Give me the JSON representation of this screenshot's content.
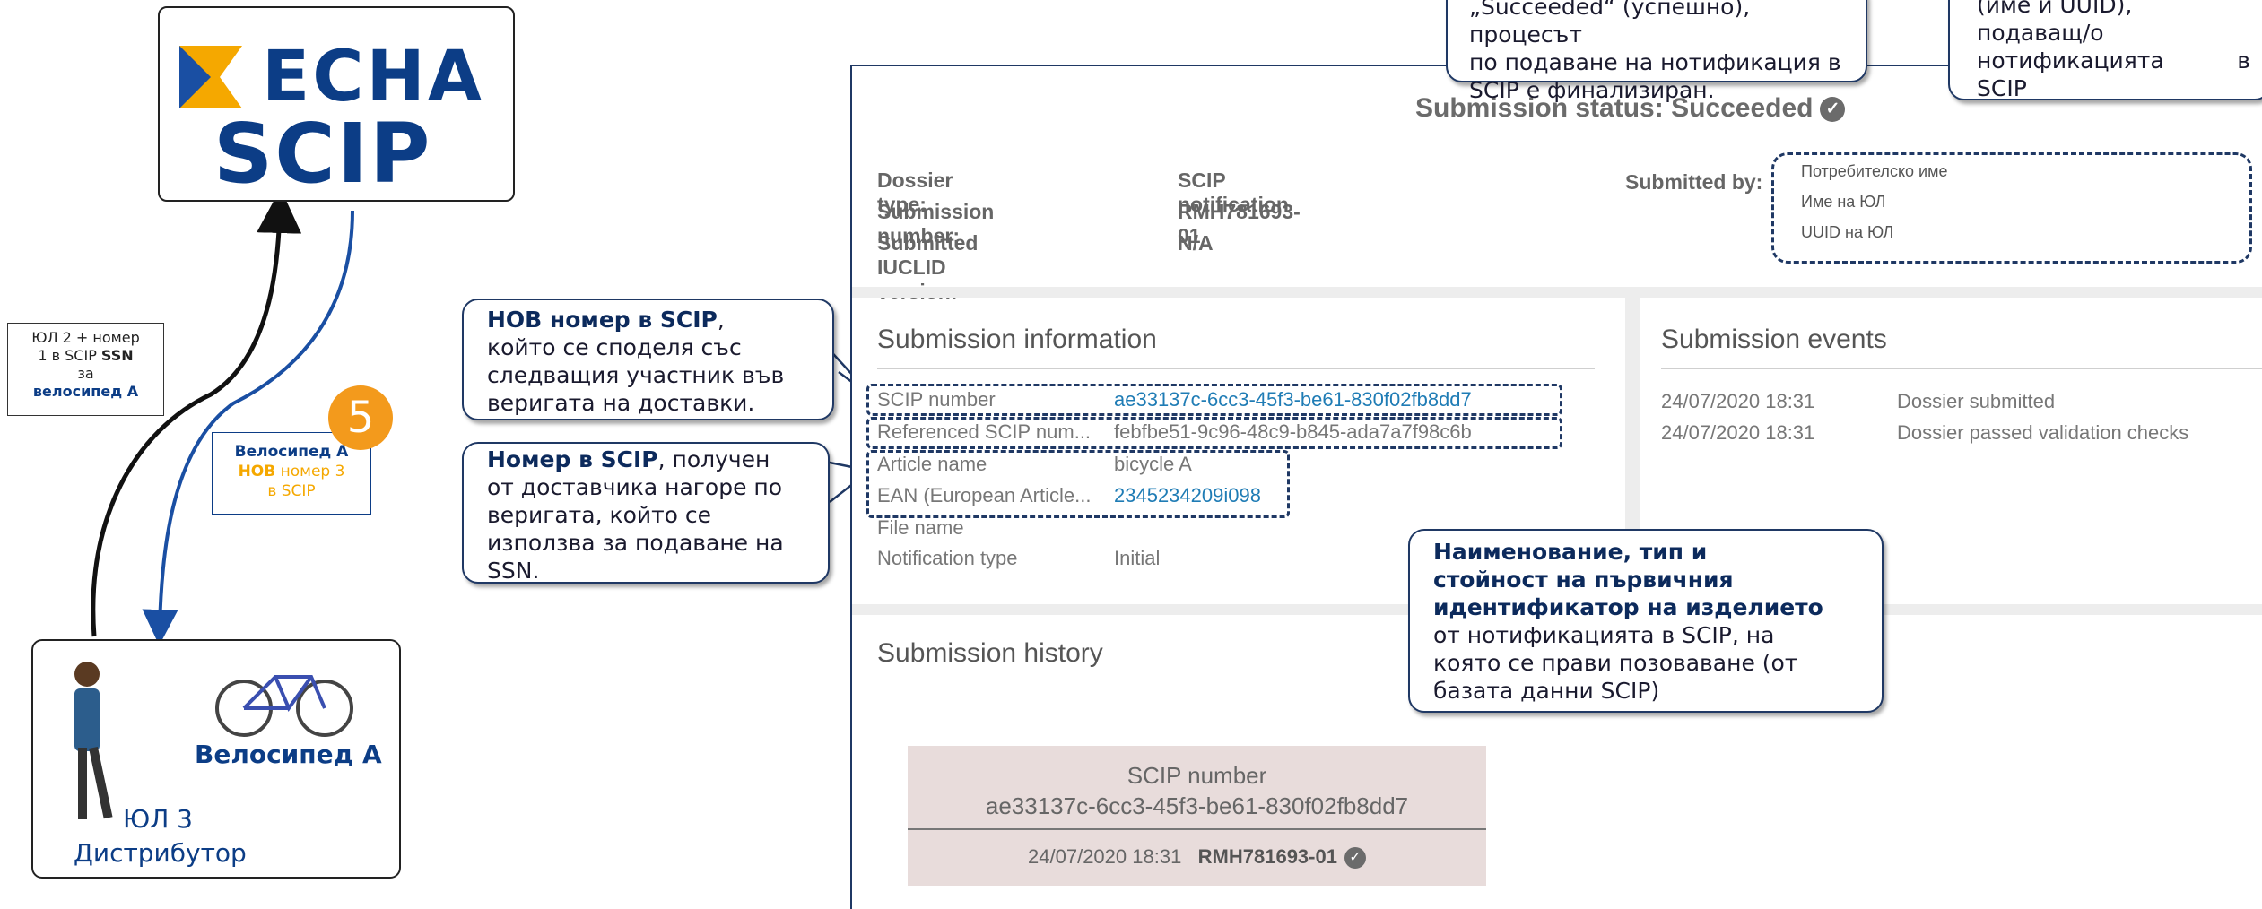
{
  "logo": {
    "top_text": "ECHA",
    "bottom_text": "SCIP"
  },
  "left": {
    "ssn_box": {
      "line1": "ЮЛ 2 + номер",
      "line2_pre": "1 в SCIP ",
      "line2_bold": "SSN",
      "line3": "за",
      "line4": "велосипед А"
    },
    "velo_box": {
      "line1": "Велосипед А",
      "line2_bold": "НОВ",
      "line2_rest": " номер 3",
      "line3": "в SCIP"
    },
    "badge": "5",
    "distributor": {
      "bike_label": "Велосипед А",
      "name1": "ЮЛ 3",
      "name2": "Дистрибутор"
    }
  },
  "callouts": {
    "top_center": {
      "line1": "„Succeeded“ (успешно), процесът",
      "line2": "по подаване на нотификация в",
      "line3": "SCIP е финализиран."
    },
    "top_right": {
      "line1": "(име и UUID),",
      "line2": "подаващ/о",
      "line3_a": "нотификацията",
      "line3_b": "в",
      "line4": "SCIP"
    },
    "new_number": {
      "bold": "НОВ номер в SCIP",
      "rest1": ",",
      "line2": "който се споделя със",
      "line3": "следващия участник във",
      "line4": "веригата на доставки."
    },
    "ref_number": {
      "bold": "Номер в SCIP",
      "rest1": ", получен",
      "line2": "от доставчика нагоре по",
      "line3": "веригата, който се",
      "line4": "използва за подаване на",
      "line5": "SSN."
    },
    "article": {
      "bold1": "Наименование, тип и",
      "bold2": "стойност на първичния",
      "bold3": "идентификатор на изделието",
      "line4": "от нотификацията в SCIP, на",
      "line5": "която се прави позоваване (от",
      "line6": "базата данни SCIP)"
    }
  },
  "status": {
    "label": "Submission status:",
    "value": "Succeeded"
  },
  "meta": {
    "rows": [
      {
        "label": "Dossier type:",
        "value": "SCIP notification"
      },
      {
        "label": "Submission number:",
        "value": "RMH781693-01"
      },
      {
        "label": "Submitted IUCLID version:",
        "value": "N/A"
      }
    ],
    "submitted_by_label": "Submitted by:",
    "submitted_by": [
      "Потребителско име",
      "Име на ЮЛ",
      "UUID на ЮЛ"
    ]
  },
  "submission_info": {
    "title": "Submission information",
    "rows": [
      {
        "label": "SCIP number",
        "value": "ae33137c-6cc3-45f3-be61-830f02fb8dd7",
        "link": true
      },
      {
        "label": "Referenced SCIP num...",
        "value": "febfbe51-9c96-48c9-b845-ada7a7f98c6b",
        "link": false
      },
      {
        "label": "Article name",
        "value": "bicycle A",
        "link": false
      },
      {
        "label": "EAN (European Article...",
        "value": "2345234209i098",
        "link": true
      },
      {
        "label": "File name",
        "value": "",
        "link": false
      },
      {
        "label": "Notification type",
        "value": "Initial",
        "link": false
      }
    ]
  },
  "submission_events": {
    "title": "Submission events",
    "rows": [
      {
        "date": "24/07/2020 18:31",
        "event": "Dossier submitted"
      },
      {
        "date": "24/07/2020 18:31",
        "event": "Dossier passed validation checks"
      }
    ]
  },
  "submission_history": {
    "title": "Submission history",
    "card": {
      "heading": "SCIP number",
      "number": "ae33137c-6cc3-45f3-be61-830f02fb8dd7",
      "date": "24/07/2020 18:31",
      "submission": "RMH781693-01"
    }
  },
  "colors": {
    "navy": "#1f3864",
    "echa_blue": "#0c3d86",
    "orange": "#f39a1c",
    "link": "#1f7cb5"
  }
}
